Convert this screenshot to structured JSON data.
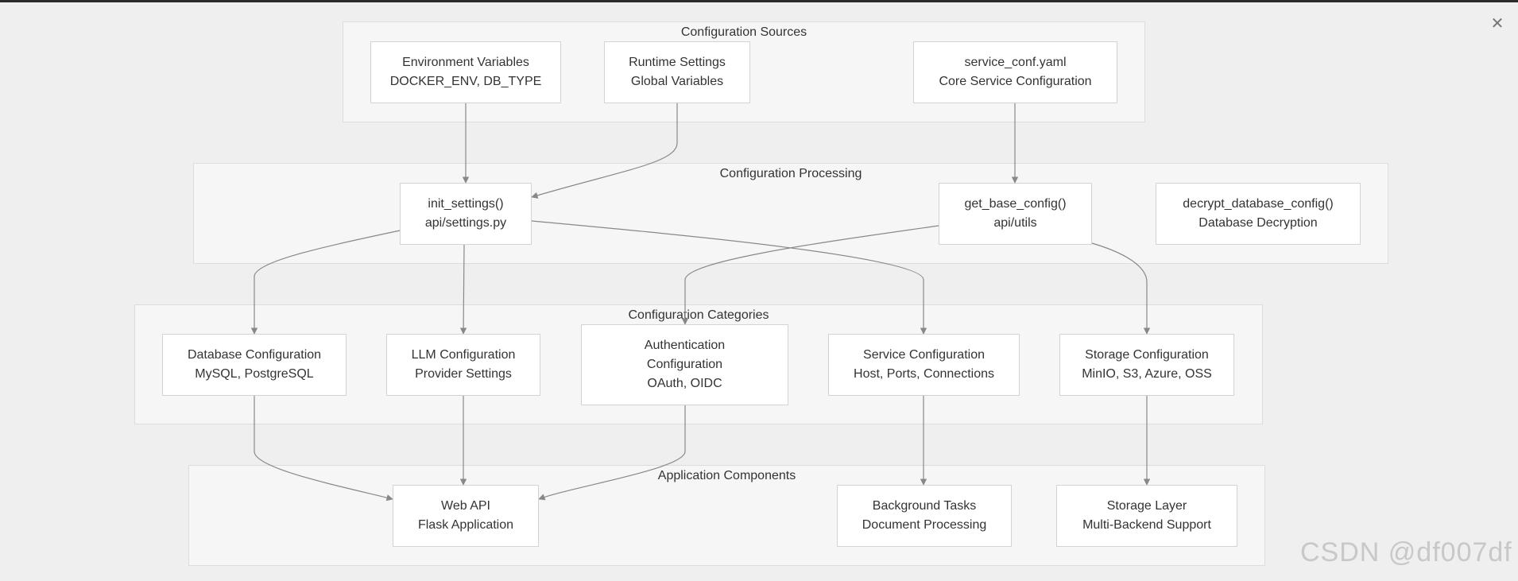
{
  "close_icon": "close-icon",
  "clusters": {
    "sources": {
      "title": "Configuration Sources"
    },
    "processing": {
      "title": "Configuration Processing"
    },
    "categories": {
      "title": "Configuration Categories"
    },
    "components": {
      "title": "Application Components"
    }
  },
  "nodes": {
    "env_vars": {
      "lines": [
        "Environment Variables",
        "DOCKER_ENV, DB_TYPE"
      ]
    },
    "runtime": {
      "lines": [
        "Runtime Settings",
        "Global Variables"
      ]
    },
    "service_conf": {
      "lines": [
        "service_conf.yaml",
        "Core Service Configuration"
      ]
    },
    "init_settings": {
      "lines": [
        "init_settings()",
        "api/settings.py"
      ]
    },
    "get_base_config": {
      "lines": [
        "get_base_config()",
        "api/utils"
      ]
    },
    "decrypt": {
      "lines": [
        "decrypt_database_config()",
        "Database Decryption"
      ]
    },
    "db_config": {
      "lines": [
        "Database Configuration",
        "MySQL, PostgreSQL"
      ]
    },
    "llm_config": {
      "lines": [
        "LLM Configuration",
        "Provider Settings"
      ]
    },
    "auth_config": {
      "lines": [
        "Authentication",
        "Configuration",
        "OAuth, OIDC"
      ]
    },
    "service_config": {
      "lines": [
        "Service Configuration",
        "Host, Ports, Connections"
      ]
    },
    "storage_config": {
      "lines": [
        "Storage Configuration",
        "MinIO, S3, Azure, OSS"
      ]
    },
    "web_api": {
      "lines": [
        "Web API",
        "Flask Application"
      ]
    },
    "bg_tasks": {
      "lines": [
        "Background Tasks",
        "Document Processing"
      ]
    },
    "storage_layer": {
      "lines": [
        "Storage Layer",
        "Multi-Backend Support"
      ]
    }
  },
  "edges": [
    {
      "from": "env_vars",
      "to": "init_settings"
    },
    {
      "from": "runtime",
      "to": "init_settings"
    },
    {
      "from": "service_conf",
      "to": "get_base_config"
    },
    {
      "from": "init_settings",
      "to": "db_config"
    },
    {
      "from": "init_settings",
      "to": "llm_config"
    },
    {
      "from": "init_settings",
      "to": "service_config"
    },
    {
      "from": "get_base_config",
      "to": "auth_config"
    },
    {
      "from": "get_base_config",
      "to": "storage_config"
    },
    {
      "from": "db_config",
      "to": "web_api"
    },
    {
      "from": "llm_config",
      "to": "web_api"
    },
    {
      "from": "auth_config",
      "to": "web_api"
    },
    {
      "from": "service_config",
      "to": "bg_tasks"
    },
    {
      "from": "storage_config",
      "to": "storage_layer"
    }
  ],
  "colors": {
    "edge": "#888888",
    "node_border": "#d3d3d3",
    "cluster_bg": "#f6f6f6",
    "page_bg": "#efefef"
  },
  "watermark": "CSDN @df007df"
}
